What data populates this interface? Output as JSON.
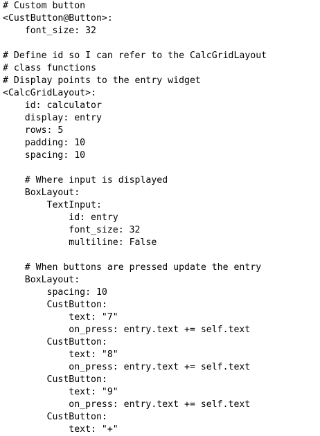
{
  "code_lines": [
    "# Custom button",
    "<CustButton@Button>:",
    "    font_size: 32",
    "",
    "# Define id so I can refer to the CalcGridLayout",
    "# class functions",
    "# Display points to the entry widget",
    "<CalcGridLayout>:",
    "    id: calculator",
    "    display: entry",
    "    rows: 5",
    "    padding: 10",
    "    spacing: 10",
    "",
    "    # Where input is displayed",
    "    BoxLayout:",
    "        TextInput:",
    "            id: entry",
    "            font_size: 32",
    "            multiline: False",
    "",
    "    # When buttons are pressed update the entry",
    "    BoxLayout:",
    "        spacing: 10",
    "        CustButton:",
    "            text: \"7\"",
    "            on_press: entry.text += self.text",
    "        CustButton:",
    "            text: \"8\"",
    "            on_press: entry.text += self.text",
    "        CustButton:",
    "            text: \"9\"",
    "            on_press: entry.text += self.text",
    "        CustButton:",
    "            text: \"+\""
  ]
}
